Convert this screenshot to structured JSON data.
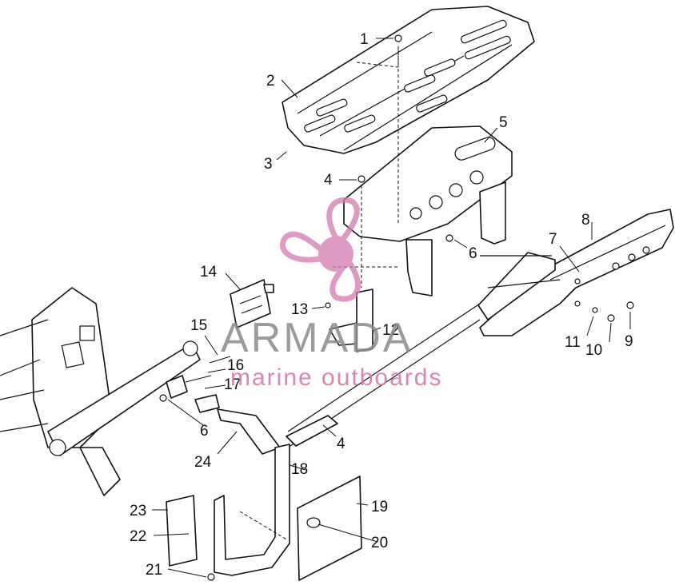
{
  "diagram": {
    "callouts": [
      "1",
      "2",
      "3",
      "4",
      "5",
      "6",
      "7",
      "8",
      "9",
      "10",
      "11",
      "12",
      "13",
      "14",
      "15",
      "16",
      "17",
      "6",
      "24",
      "4",
      "18",
      "19",
      "20",
      "21",
      "22",
      "23"
    ]
  },
  "watermark": {
    "brand": "ARMADA",
    "tagline": "marine outboards",
    "brand_color": "#8a8a8a",
    "logo_color": "#d27ab0"
  }
}
